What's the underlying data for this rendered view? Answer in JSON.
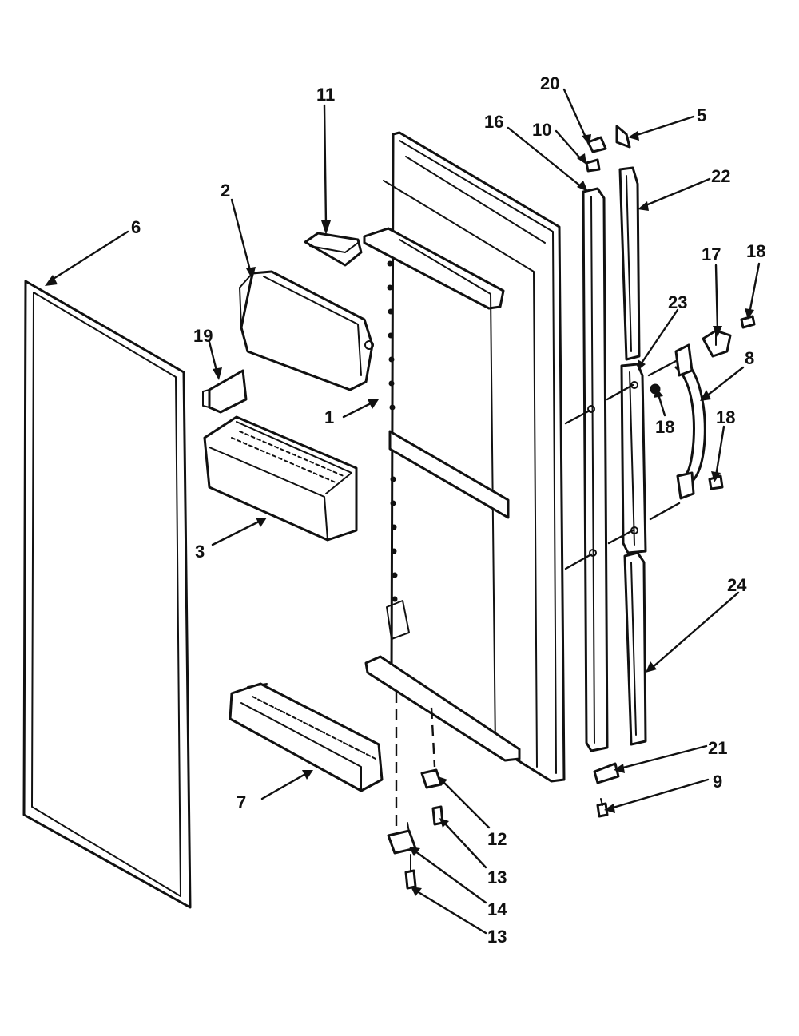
{
  "callouts": {
    "n1": "1",
    "n2": "2",
    "n3": "3",
    "n5": "5",
    "n6": "6",
    "n7": "7",
    "n8": "8",
    "n9": "9",
    "n10": "10",
    "n11": "11",
    "n12": "12",
    "n13a": "13",
    "n13b": "13",
    "n14": "14",
    "n16": "16",
    "n17": "17",
    "n18a": "18",
    "n18b": "18",
    "n18c": "18",
    "n19": "19",
    "n20": "20",
    "n21": "21",
    "n22": "22",
    "n23": "23",
    "n24": "24"
  }
}
